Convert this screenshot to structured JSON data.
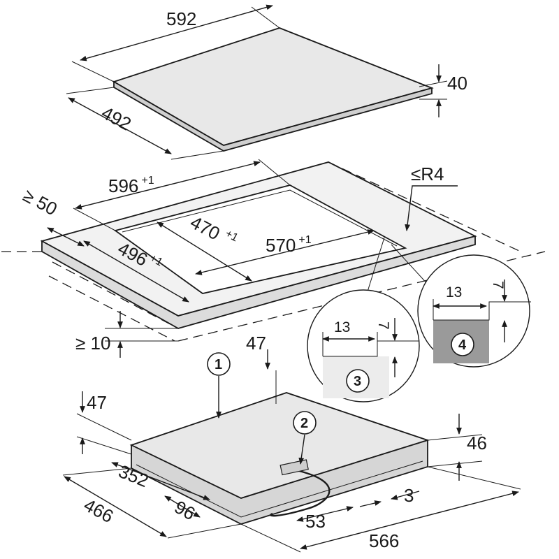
{
  "hob_top": {
    "width": "592",
    "depth": "492",
    "thickness": "40"
  },
  "cutout": {
    "worktop_width": "596",
    "worktop_width_tol": "+1",
    "worktop_depth": "496",
    "worktop_depth_tol": "+1",
    "inner_width": "570",
    "inner_width_tol": "+1",
    "inner_depth": "470",
    "inner_depth_tol": "+1",
    "corner_radius": "≤R4",
    "front_min": "≥ 50",
    "back_min": "≥ 10"
  },
  "details": [
    {
      "number": "3",
      "width": "13",
      "height": "7"
    },
    {
      "number": "4",
      "width": "13",
      "height": "7"
    }
  ],
  "hob_bottom": {
    "width": "566",
    "depth": "466",
    "cable_offset": "352",
    "front_offset": "96",
    "side_offset": "53",
    "side_gap": "3",
    "height": "46",
    "left_height": "47",
    "back_height": "47",
    "callout_1": "1",
    "callout_2": "2"
  },
  "colors": {
    "line": "#1a1a1a",
    "panel": "#e8e8e8",
    "seal": "#9a9a9a"
  }
}
